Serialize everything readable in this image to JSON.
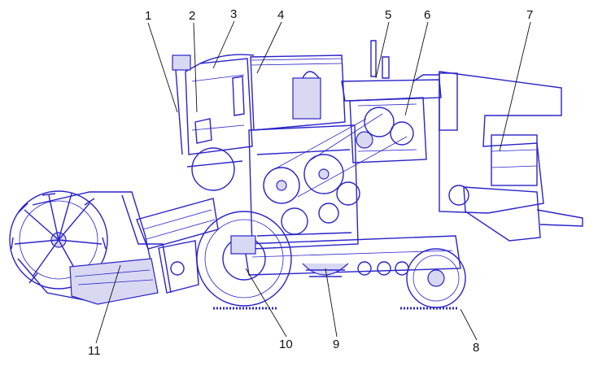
{
  "diagram": {
    "callouts": [
      {
        "label": "1"
      },
      {
        "label": "2"
      },
      {
        "label": "3"
      },
      {
        "label": "4"
      },
      {
        "label": "5"
      },
      {
        "label": "6"
      },
      {
        "label": "7"
      },
      {
        "label": "8"
      },
      {
        "label": "9"
      },
      {
        "label": "10"
      },
      {
        "label": "11"
      }
    ],
    "colors": {
      "ink": "#2a24c8",
      "label": "#111111",
      "background": "#ffffff"
    }
  }
}
